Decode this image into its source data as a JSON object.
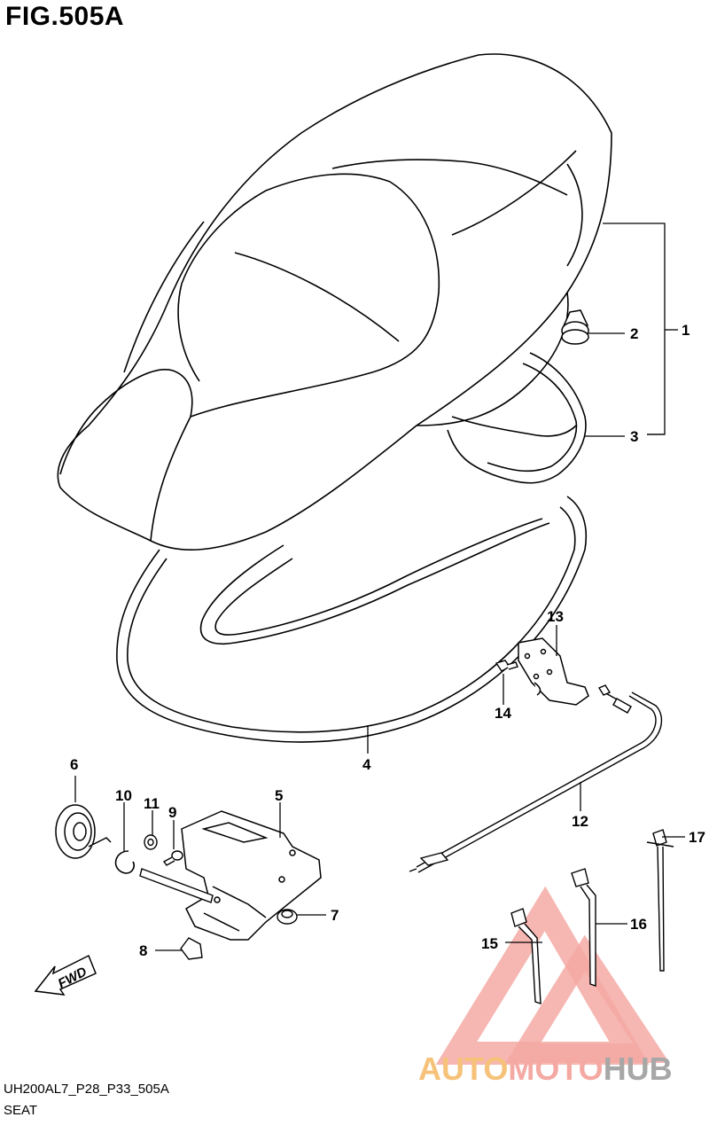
{
  "figure": {
    "title": "FIG.505A",
    "drawing_code": "UH200AL7_P28_P33_505A",
    "section_name": "SEAT"
  },
  "fwd_label": "FWD",
  "callouts": [
    "1",
    "2",
    "3",
    "4",
    "5",
    "6",
    "7",
    "8",
    "9",
    "10",
    "11",
    "12",
    "13",
    "14",
    "15",
    "16",
    "17"
  ],
  "watermark": {
    "part1": "AUTO",
    "part2": "MOTO",
    "part3": "HUB",
    "color_main": "#f4a9a3",
    "color_orange": "#f6c27a",
    "color_gray": "#a7a7a7"
  }
}
